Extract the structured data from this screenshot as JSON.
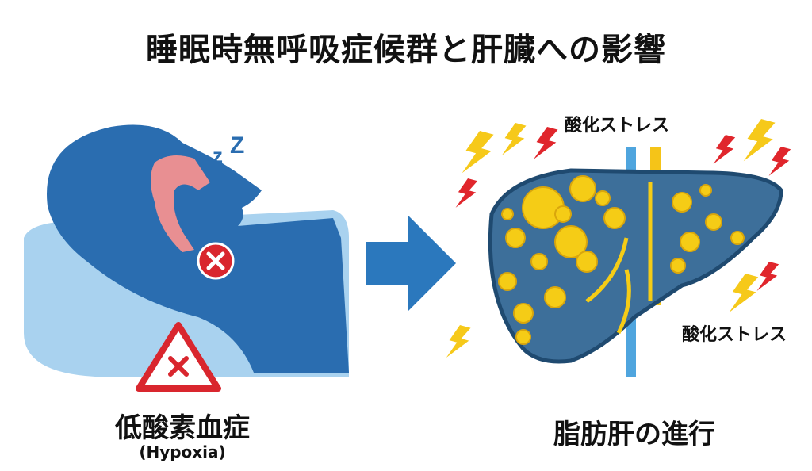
{
  "title": "睡眠時無呼吸症候群と肝臓への影響",
  "left": {
    "label": "低酸素血症",
    "sublabel": "(Hypoxia)",
    "snore": "z Z"
  },
  "right": {
    "label": "脂肪肝の進行",
    "stress_label_top": "酸化ストレス",
    "stress_label_bottom": "酸化ストレス"
  },
  "colors": {
    "body": "#2a6db0",
    "pillow": "#a9d2ef",
    "airway": "#e88f92",
    "warning": "#d9262e",
    "arrow": "#2b78bd",
    "liver": "#3d6f9a",
    "fat": "#f5cc16",
    "bolt_yellow": "#f6c91a",
    "bolt_red": "#e0262c"
  }
}
